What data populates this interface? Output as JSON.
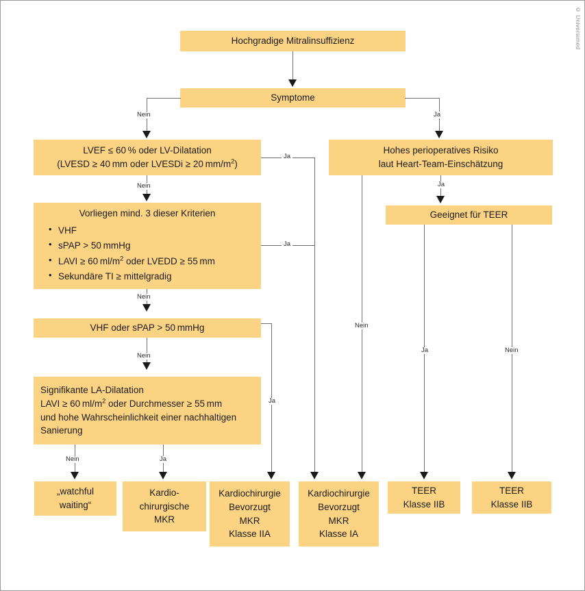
{
  "figure": {
    "copyright": "© Universimed",
    "accent_color": "#FBD383",
    "line_color": "#6e6e6e",
    "text_color": "#1a1a1a",
    "background": "#ffffff"
  },
  "nodes": {
    "root": {
      "label": "Hochgradige Mitralinsuffizienz"
    },
    "symptome": {
      "label": "Symptome"
    },
    "lvef": {
      "line1": "LVEF ≤ 60 % oder LV-Dilatation",
      "line2_a": "(LVESD ≥ 40 mm oder LVESDi ≥ 20 mm/m",
      "line2_sup": "2",
      "line2_b": ")"
    },
    "kriterien": {
      "title": "Vorliegen mind. 3 dieser Kriterien",
      "items": [
        {
          "text": "VHF"
        },
        {
          "text": "sPAP > 50 mmHg"
        },
        {
          "text_a": "LAVI ≥ 60 ml/m",
          "sup": "2",
          "text_b": " oder LVEDD ≥ 55 mm"
        },
        {
          "text": "Sekundäre TI ≥ mittelgradig"
        }
      ]
    },
    "vhf_spap": {
      "label": "VHF oder sPAP > 50 mmHg"
    },
    "la_dilatation": {
      "line1": "Signifikante LA-Dilatation",
      "line2_a": "LAVI ≥ 60 ml/m",
      "line2_sup": "2",
      "line2_b": " oder Durchmesser ≥ 55 mm",
      "line3": "und hohe Wahrscheinlichkeit einer nachhaltigen",
      "line4": "Sanierung"
    },
    "risiko": {
      "line1": "Hohes perioperatives Risiko",
      "line2": "laut Heart-Team-Einschätzung"
    },
    "geeignet_teer": {
      "label": "Geeignet für TEER"
    }
  },
  "outcomes": [
    {
      "id": "watchful-waiting",
      "lines": [
        "„watchful",
        "waiting“"
      ]
    },
    {
      "id": "kardiochirurgische-mkr",
      "lines": [
        "Kardio-",
        "chirurgische",
        "MKR"
      ]
    },
    {
      "id": "kardiochirurgie-mkr-iia",
      "lines": [
        "Kardiochirurgie",
        "Bevorzugt",
        "MKR",
        "Klasse IIA"
      ]
    },
    {
      "id": "kardiochirurgie-mkr-ia",
      "lines": [
        "Kardiochirurgie",
        "Bevorzugt",
        "MKR",
        "Klasse IA"
      ]
    },
    {
      "id": "teer-iib-links",
      "lines": [
        "TEER",
        "Klasse IIB"
      ]
    },
    {
      "id": "teer-iib-rechts",
      "lines": [
        "TEER",
        "Klasse IIB"
      ]
    }
  ],
  "edge_labels": {
    "symptome_nein": "Nein",
    "symptome_ja": "Ja",
    "lvef_nein": "Nein",
    "lvef_ja": "Ja",
    "kriterien_nein": "Nein",
    "kriterien_ja": "Ja",
    "vhf_nein": "Nein",
    "vhf_ja": "Ja",
    "la_nein": "Nein",
    "la_ja": "Ja",
    "risiko_ja": "Ja",
    "risiko_nein": "Nein",
    "teer_ja": "Ja",
    "teer_nein": "Nein"
  }
}
